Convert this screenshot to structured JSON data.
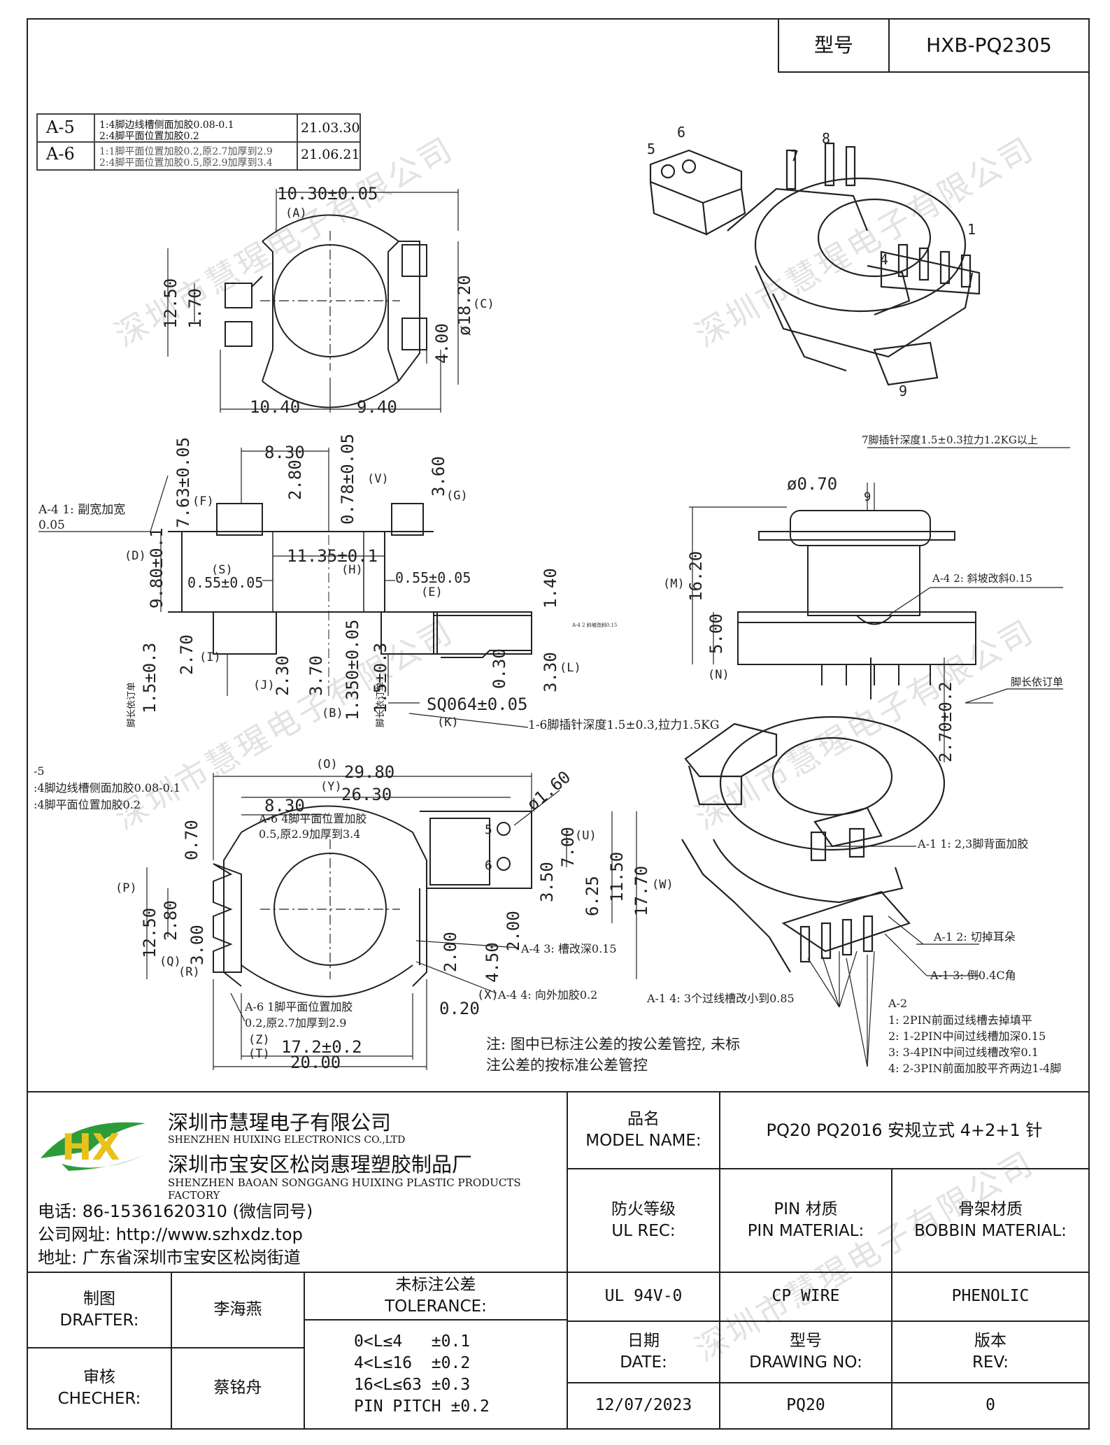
{
  "header": {
    "model_label": "型号",
    "model_value": "HXB-PQ2305"
  },
  "revisions": [
    {
      "code": "A-5",
      "text1": "1:4脚边线槽侧面加胶0.08-0.1",
      "text2": "2:4脚平面位置加胶0.2",
      "date": "21.03.30"
    },
    {
      "code": "A-6",
      "text1": "1:1脚平面位置加胶0.2,原2.7加厚到2.9",
      "text2": "2:4脚平面位置加胶0.5,原2.9加厚到3.4",
      "date": "21.06.21"
    }
  ],
  "top_view": {
    "dims": [
      "10.30±0.05",
      "(A)",
      "12.50",
      "1.70",
      "ø18.20",
      "(C)",
      "4.00",
      "10.40",
      "9.40"
    ]
  },
  "iso_top": {
    "pins": [
      "6",
      "5",
      "7",
      "8",
      "1",
      "4",
      "9"
    ]
  },
  "side_view": {
    "dims": [
      "8.30",
      "2.80",
      "0.78±0.05",
      "(V)",
      "3.60",
      "(G)",
      "7.63±0.05",
      "(F)",
      "(D)",
      "9.80±0.1",
      "(S)",
      "0.55±0.05",
      "11.35±0.1",
      "(H)",
      "0.55±0.05",
      "(E)",
      "1.40",
      "2.70",
      "(I)",
      "(J)",
      "2.30",
      "3.70",
      "1.350±0.05",
      "0.30",
      "3.30",
      "(L)",
      "1.5±0.3",
      "1.5±0.3",
      "(B)",
      "SQ064±0.05",
      "(K)",
      "脚长依订单",
      "脚长依订单"
    ],
    "note_a4_1": "A-4 1: 副宽加宽",
    "note_a4_1b": "0.05",
    "note_pin16": "1-6脚插针深度1.5±0.3,拉力1.5KG",
    "note_tiny": "A-4 2 斜坡改斜0.15"
  },
  "front_view": {
    "note_pin7": "7脚插针深度1.5±0.3拉力1.2KG以上",
    "dims": [
      "ø0.70",
      "9",
      "(M)",
      "16.20",
      "A-4 2: 斜坡改斜0.15",
      "5.00",
      "(N)",
      "2.70±0.2"
    ],
    "pin_length": "脚长依订单"
  },
  "bottom_view": {
    "dims": [
      "(O)",
      "29.80",
      "(Y)",
      "26.30",
      "8.30",
      "ø1.60",
      "0.70",
      "5",
      "6",
      "(U)",
      "7.00",
      "11.50",
      "17.70",
      "(W)",
      "3.50",
      "6.25",
      "(P)",
      "12.50",
      "2.80",
      "3.00",
      "(Q)",
      "(R)",
      "2.00",
      "2.00",
      "4.50",
      "(X)",
      "0.20",
      "(Z)",
      "(T)",
      "17.2±0.2",
      "20.00"
    ],
    "notes": [
      "-5",
      ":4脚边线槽侧面加胶0.08-0.1",
      ":4脚平面位置加胶0.2",
      "A-6 4脚平面位置加胶",
      "0.5,原2.9加厚到3.4",
      "A-4 3: 槽改深0.15",
      "A-4 4: 向外加胶0.2",
      "A-6 1脚平面位置加胶",
      "0.2,原2.7加厚到2.9"
    ],
    "footnote1": "注: 图中已标注公差的按公差管控, 未标",
    "footnote2": "注公差的按标准公差管控"
  },
  "iso_bottom_notes": {
    "a1_1": "A-1 1: 2,3脚背面加胶",
    "a1_2": "A-1 2: 切掉耳朵",
    "a1_3": "A-1 3: 倒0.4C角",
    "a1_4": "A-1 4: 3个过线槽改小到0.85",
    "a2_title": "A-2",
    "a2_items": [
      "1: 2PIN前面过线槽去掉填平",
      "2: 1-2PIN中间过线槽加深0.15",
      "3: 3-4PIN中间过线槽改窄0.1",
      "4: 2-3PIN前面加胶平齐两边1-4脚"
    ]
  },
  "company": {
    "name_cn": "深圳市慧瑆电子有限公司",
    "name_en": "SHENZHEN HUIXING ELECTRONICS CO.,LTD",
    "factory_cn": "深圳市宝安区松岗惠瑆塑胶制品厂",
    "factory_en": "SHENZHEN BAOAN SONGGANG HUIXING PLASTIC PRODUCTS FACTORY",
    "phone": "电话: 86-15361620310 (微信同号)",
    "website": "公司网址: http://www.szhxdz.top",
    "address": "地址: 广东省深圳市宝安区松岗街道",
    "logo_text": "HX",
    "logo_colors": {
      "green": "#2e9b3a",
      "yellow": "#e8c21a"
    }
  },
  "title_block": {
    "model_name_cn": "品名",
    "model_name_en": "MODEL NAME:",
    "model_name_value": "PQ20 PQ2016 安规立式 4+2+1 针",
    "fire_cn": "防火等级",
    "fire_en": "UL REC:",
    "pin_cn": "PIN 材质",
    "pin_en": "PIN MATERIAL:",
    "bobbin_cn": "骨架材质",
    "bobbin_en": "BOBBIN MATERIAL:",
    "fire_value": "UL 94V-0",
    "pin_value": "CP WIRE",
    "bobbin_value": "PHENOLIC",
    "date_cn": "日期",
    "date_en": "DATE:",
    "drawing_cn": "型号",
    "drawing_en": "DRAWING NO:",
    "rev_cn": "版本",
    "rev_en": "REV:",
    "date_value": "12/07/2023",
    "drawing_value": "PQ20",
    "rev_value": "0",
    "drafter_cn": "制图",
    "drafter_en": "DRAFTER:",
    "drafter_value": "李海燕",
    "checker_cn": "审核",
    "checker_en": "CHECHER:",
    "checker_value": "蔡铭舟",
    "tolerance_cn": "未标注公差",
    "tolerance_en": "TOLERANCE:",
    "tolerance_lines": [
      "0<L≤4   ±0.1",
      "4<L≤16  ±0.2",
      "16<L≤63 ±0.3",
      "PIN PITCH ±0.2"
    ]
  },
  "watermark": "深圳市慧瑆电子有限公司"
}
